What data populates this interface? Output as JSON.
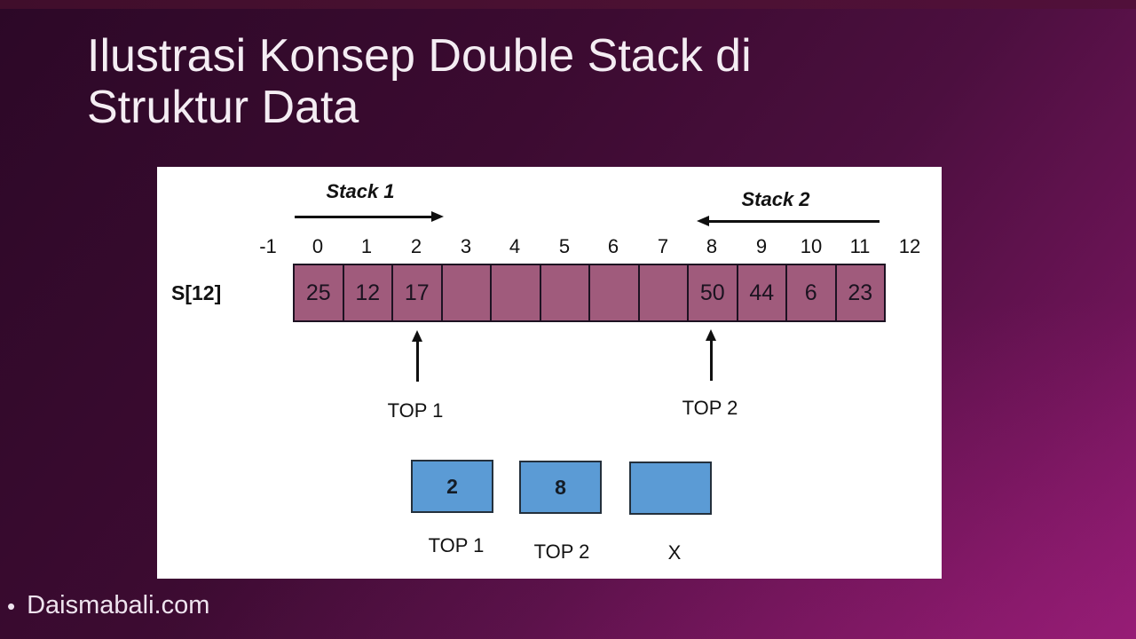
{
  "slide": {
    "title_line1": "Ilustrasi Konsep Double Stack di",
    "title_line2": "Struktur Data",
    "footer_bullet": "•",
    "footer_text": "Daismabali.com"
  },
  "diagram": {
    "stack1_label": "Stack 1",
    "stack2_label": "Stack 2",
    "array_name": "S[12]",
    "indices": [
      "-1",
      "0",
      "1",
      "2",
      "3",
      "4",
      "5",
      "6",
      "7",
      "8",
      "9",
      "10",
      "11",
      "12"
    ],
    "cells": [
      "25",
      "12",
      "17",
      "",
      "",
      "",
      "",
      "",
      "50",
      "44",
      "6",
      "23"
    ],
    "top1_label": "TOP 1",
    "top2_label": "TOP 2",
    "boxes": {
      "top1": {
        "value": "2",
        "label": "TOP 1"
      },
      "top2": {
        "value": "8",
        "label": "TOP 2"
      },
      "x": {
        "value": "",
        "label": "X"
      }
    },
    "colors": {
      "cell_fill": "#a05b7c",
      "cell_border": "#1d1222",
      "box_fill": "#5b9bd5",
      "box_border": "#24303c",
      "arrow": "#101010",
      "background_dark": "#2c0827",
      "background_bright": "#8a1a6e"
    }
  }
}
